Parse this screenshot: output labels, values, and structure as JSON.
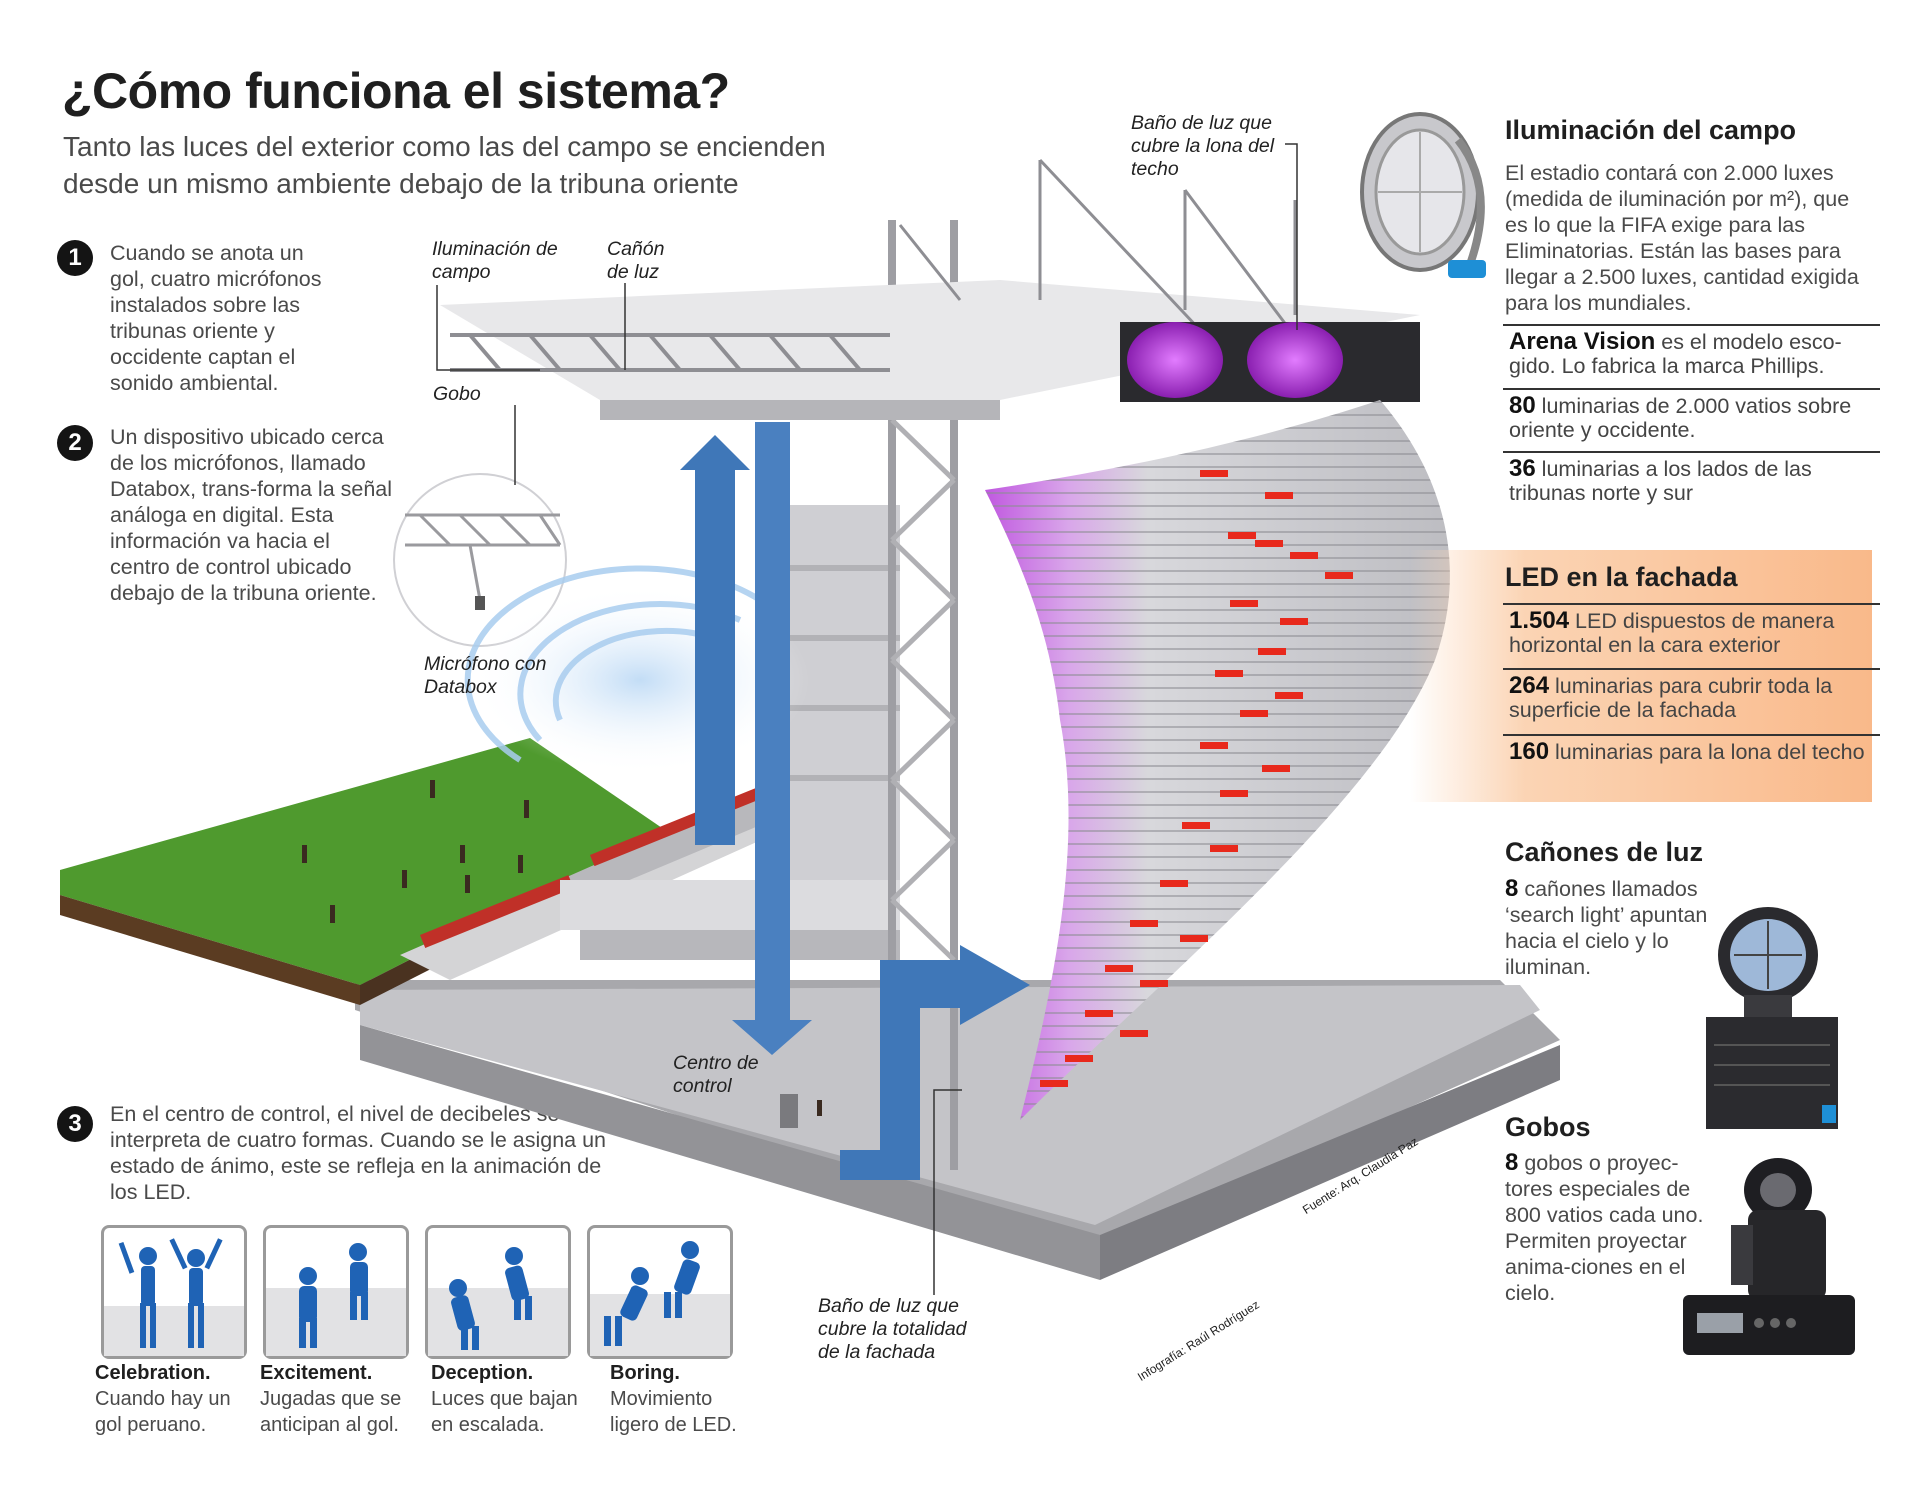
{
  "title": "¿Cómo funciona el sistema?",
  "subtitle": "Tanto las luces del exterior como las del campo se encienden desde un mismo ambiente debajo de la tribuna oriente",
  "steps": [
    {
      "num": "1",
      "text": "Cuando se anota un gol, cuatro micrófonos instalados sobre las tribunas oriente y occidente captan el sonido ambiental."
    },
    {
      "num": "2",
      "text": "Un dispositivo ubicado cerca de los micrófonos, llamado Databox, trans-forma la señal análoga en digital. Esta información va hacia el centro de control ubicado debajo de la tribuna oriente."
    },
    {
      "num": "3",
      "text": "En el centro de control, el nivel de decibeles se interpreta de cuatro formas. Cuando se le asigna un estado de ánimo, este se refleja en la animación de los LED."
    }
  ],
  "callouts": {
    "iluminacion_campo": "Iluminación de campo",
    "canon_luz": "Cañón de luz",
    "gobo": "Gobo",
    "microfono": "Micrófono con Databox",
    "bano_techo": "Baño de luz que cubre la lona del techo",
    "centro_control": "Centro de control",
    "bano_fachada": "Baño de luz que cubre la totalidad de la fachada"
  },
  "moods": [
    {
      "title": "Celebration.",
      "desc": "Cuando hay un gol peruano."
    },
    {
      "title": "Excitement.",
      "desc": "Jugadas que se anticipan al gol."
    },
    {
      "title": "Deception.",
      "desc": "Luces que bajan en escalada."
    },
    {
      "title": "Boring.",
      "desc": "Movimiento ligero de LED."
    }
  ],
  "iluminacion": {
    "title": "Iluminación del campo",
    "body": "El estadio contará con 2.000 luxes (medida de iluminación por m²), que es lo que la FIFA exige para las Eliminatorias. Están las bases para llegar a 2.500 luxes, cantidad exigida para los mundiales.",
    "stats": [
      {
        "num": "Arena Vision",
        "text": " es el modelo esco-gido. Lo fabrica la marca Phillips."
      },
      {
        "num": "80",
        "text": " luminarias de 2.000 vatios sobre oriente y occidente."
      },
      {
        "num": "36",
        "text": " luminarias a los lados de las tribunas norte y sur"
      }
    ]
  },
  "led": {
    "title": "LED en la fachada",
    "stats": [
      {
        "num": "1.504",
        "text": " LED dispuestos de manera horizontal en la cara exterior"
      },
      {
        "num": "264",
        "text": " luminarias para cubrir toda la superficie de la fachada"
      },
      {
        "num": "160",
        "text": " luminarias para la lona del techo"
      }
    ]
  },
  "canones": {
    "title": "Cañones de luz",
    "num": "8",
    "text": " cañones llamados ‘search light’ apuntan hacia el cielo y lo iluminan."
  },
  "gobos": {
    "title": "Gobos",
    "num": "8",
    "text": " gobos o proyec-tores especiales de 800 vatios cada uno. Permiten proyectar anima-ciones en el cielo."
  },
  "credits": {
    "fuente": "Fuente: Arq. Claudia Paz",
    "infografia": "Infografía: Raúl Rodríguez"
  },
  "colors": {
    "accent_orange": "#f9b98a",
    "arrow_blue": "#3f77b8",
    "led_red": "#e8291c",
    "purple": "#a13bd0",
    "field_green": "#4f9a2e"
  }
}
